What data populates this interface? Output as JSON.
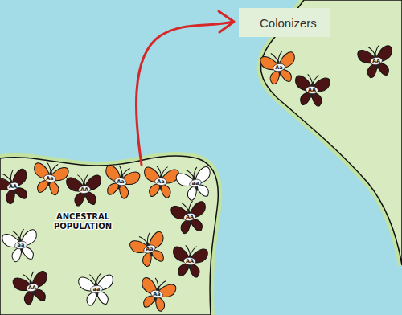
{
  "diagram": {
    "nodes": [
      {
        "text": [
          "Colonizers"
        ]
      }
    ],
    "labels": [
      "ANCESTRAL POPULATION",
      "AA",
      "Aa",
      "AA",
      "Aa",
      "Aa",
      "aa",
      "aa",
      "AA",
      "AA",
      "Aa",
      "AA",
      "aa",
      "Aa",
      "Aa",
      "AA",
      "AA"
    ]
  }
}
